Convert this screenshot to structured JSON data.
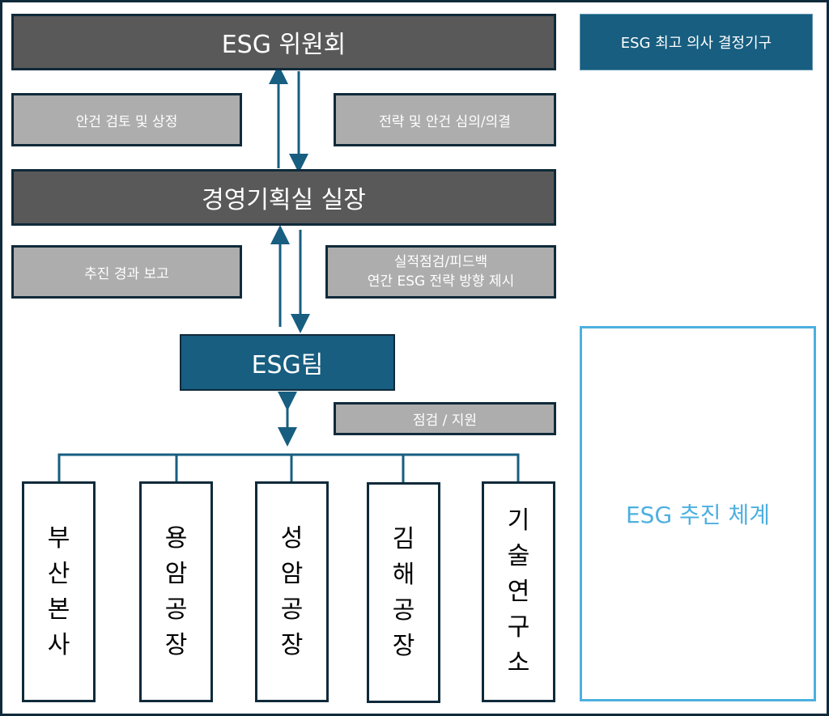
{
  "diagram": {
    "title_legend": "ESG 추진 체계",
    "top_legend": "ESG 최고 의사 결정기구",
    "committee": "ESG 위원회",
    "left_label_1": "안건 검토 및 상정",
    "right_label_1": "전략 및 안건 심의/의결",
    "planning": "경영기획실 실장",
    "left_label_2": "추진 경과 보고",
    "right_label_2_line1": "실적점검/피드백",
    "right_label_2_line2": "연간 ESG 전략 방향 제시",
    "team": "ESG팀",
    "right_label_3": "점검 / 지원",
    "units": [
      {
        "name": "부산본사",
        "chars": [
          "부",
          "산",
          "본",
          "사"
        ]
      },
      {
        "name": "용암공장",
        "chars": [
          "용",
          "암",
          "공",
          "장"
        ]
      },
      {
        "name": "성암공장",
        "chars": [
          "성",
          "암",
          "공",
          "장"
        ]
      },
      {
        "name": "김해공장",
        "chars": [
          "김",
          "해",
          "공",
          "장"
        ]
      },
      {
        "name": "기술연구소",
        "chars": [
          "기",
          "술",
          "연",
          "구",
          "소"
        ]
      }
    ]
  },
  "colors": {
    "dark_box": "#595959",
    "gray_box": "#adadad",
    "teal": "#175e80",
    "light_blue": "#4db0e0",
    "border": "#0f2a3a"
  }
}
